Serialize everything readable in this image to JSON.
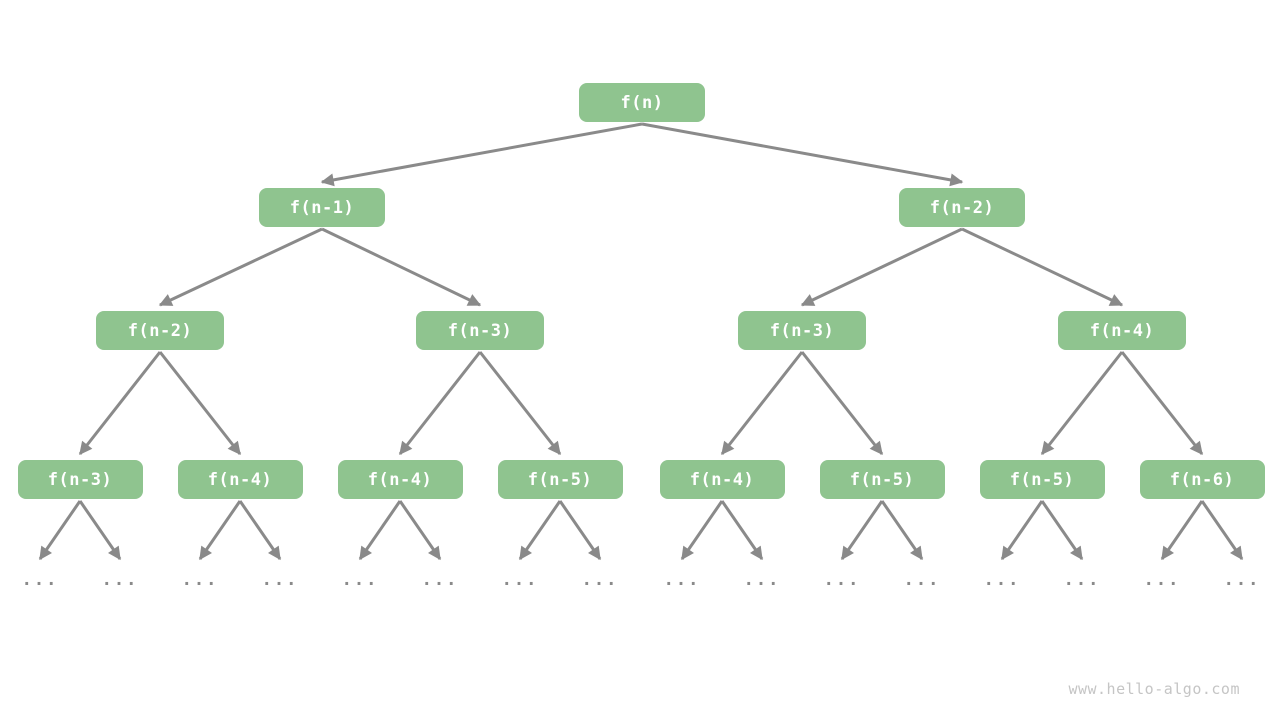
{
  "watermark": "www.hello-algo.com",
  "ellipsis": "...",
  "colors": {
    "background": "#ffffff",
    "node_fill": "#8fc48f",
    "node_text": "#ffffff",
    "edge": "#8a8a8a",
    "watermark": "#c5c5c5"
  },
  "tree": {
    "description_of_structure": "binary recursion tree, each node expands to two children; bottom level is ellipsis leaves",
    "levels": [
      [
        "f(n)"
      ],
      [
        "f(n-1)",
        "f(n-2)"
      ],
      [
        "f(n-2)",
        "f(n-3)",
        "f(n-3)",
        "f(n-4)"
      ],
      [
        "f(n-3)",
        "f(n-4)",
        "f(n-4)",
        "f(n-5)",
        "f(n-4)",
        "f(n-5)",
        "f(n-5)",
        "f(n-6)"
      ]
    ],
    "leaf_count": 16
  }
}
